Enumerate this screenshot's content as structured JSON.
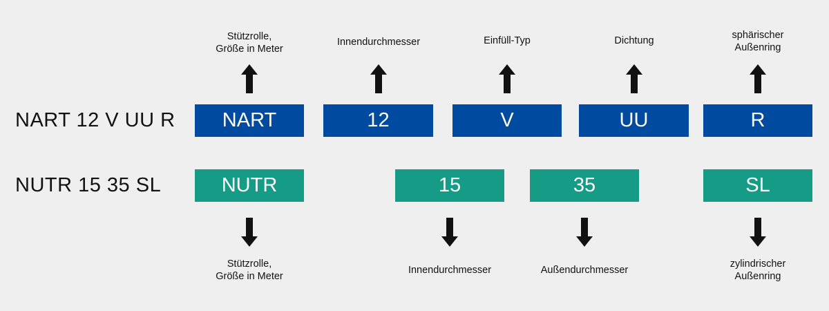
{
  "row1": {
    "code": "NART 12 V UU R",
    "segments": [
      {
        "text": "NART",
        "desc": "Stützrolle,\nGröße in Meter"
      },
      {
        "text": "12",
        "desc": "Innendurchmesser"
      },
      {
        "text": "V",
        "desc": "Einfüll-Typ"
      },
      {
        "text": "UU",
        "desc": "Dichtung"
      },
      {
        "text": "R",
        "desc": "sphärischer\nAußenring"
      }
    ],
    "color": "#004aa0"
  },
  "row2": {
    "code": "NUTR 15 35 SL",
    "segments": [
      {
        "text": "NUTR",
        "desc": "Stützrolle,\nGröße in Meter"
      },
      {
        "text": "15",
        "desc": "Innendurchmesser"
      },
      {
        "text": "35",
        "desc": "Außendurchmesser"
      },
      {
        "text": "SL",
        "desc": "zylindrischer\nAußenring"
      }
    ],
    "color": "#169b86"
  },
  "background": "#efefef"
}
